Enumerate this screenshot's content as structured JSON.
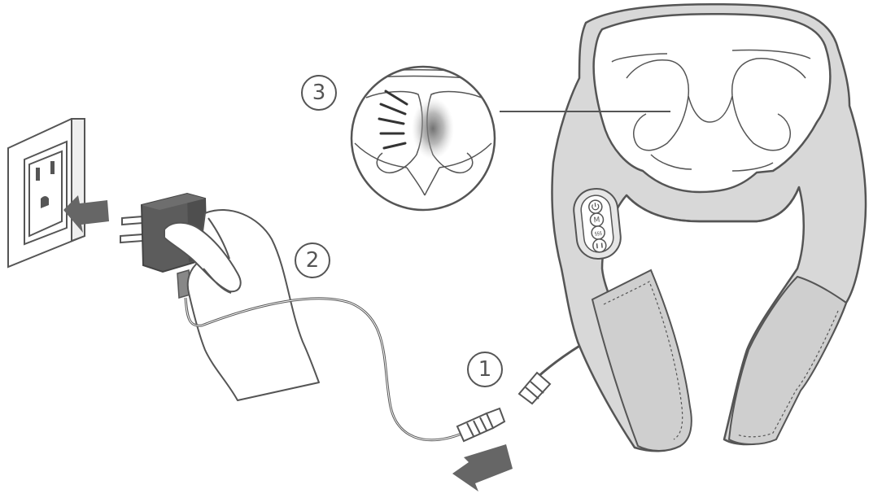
{
  "steps": [
    {
      "number": "1"
    },
    {
      "number": "2"
    },
    {
      "number": "3"
    }
  ],
  "control_panel_icons": [
    "power-icon",
    "mode-icon",
    "heat-icon",
    "pause-icon"
  ],
  "control_panel_glyphs": {
    "mode": "M",
    "heat": "§§§"
  },
  "colors": {
    "line": "#555555",
    "adapter": "#5c5c5c",
    "arrow": "#666666",
    "device_fill": "#d8d8d8",
    "strap_fill": "#cfcfcf",
    "heat_glow": "#7a7a7a"
  }
}
